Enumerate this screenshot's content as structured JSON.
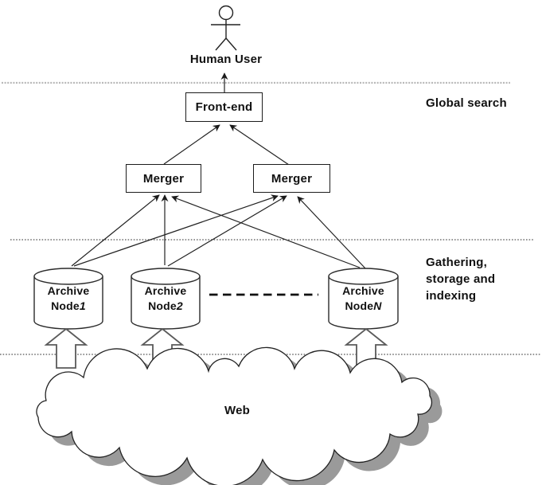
{
  "actor": {
    "label": "Human User"
  },
  "boxes": {
    "frontend": "Front-end",
    "merger_left": "Merger",
    "merger_right": "Merger"
  },
  "nodes": [
    {
      "line1": "Archive",
      "prefix": "Node",
      "index": "1"
    },
    {
      "line1": "Archive",
      "prefix": "Node",
      "index": "2"
    },
    {
      "line1": "Archive",
      "prefix": "Node",
      "index": "N"
    }
  ],
  "zones": {
    "global_search": "Global search",
    "gathering": "Gathering,\nstorage and\nindexing"
  },
  "cloud": {
    "label": "Web"
  },
  "colors": {
    "line": "#222222",
    "separator_gray": "#b8b8b8",
    "separator_dotted": "#2a2a2a",
    "block_arrow_outline": "#5a5a5a",
    "cloud_shadow": "#9a9a9a",
    "fill": "#ffffff"
  }
}
